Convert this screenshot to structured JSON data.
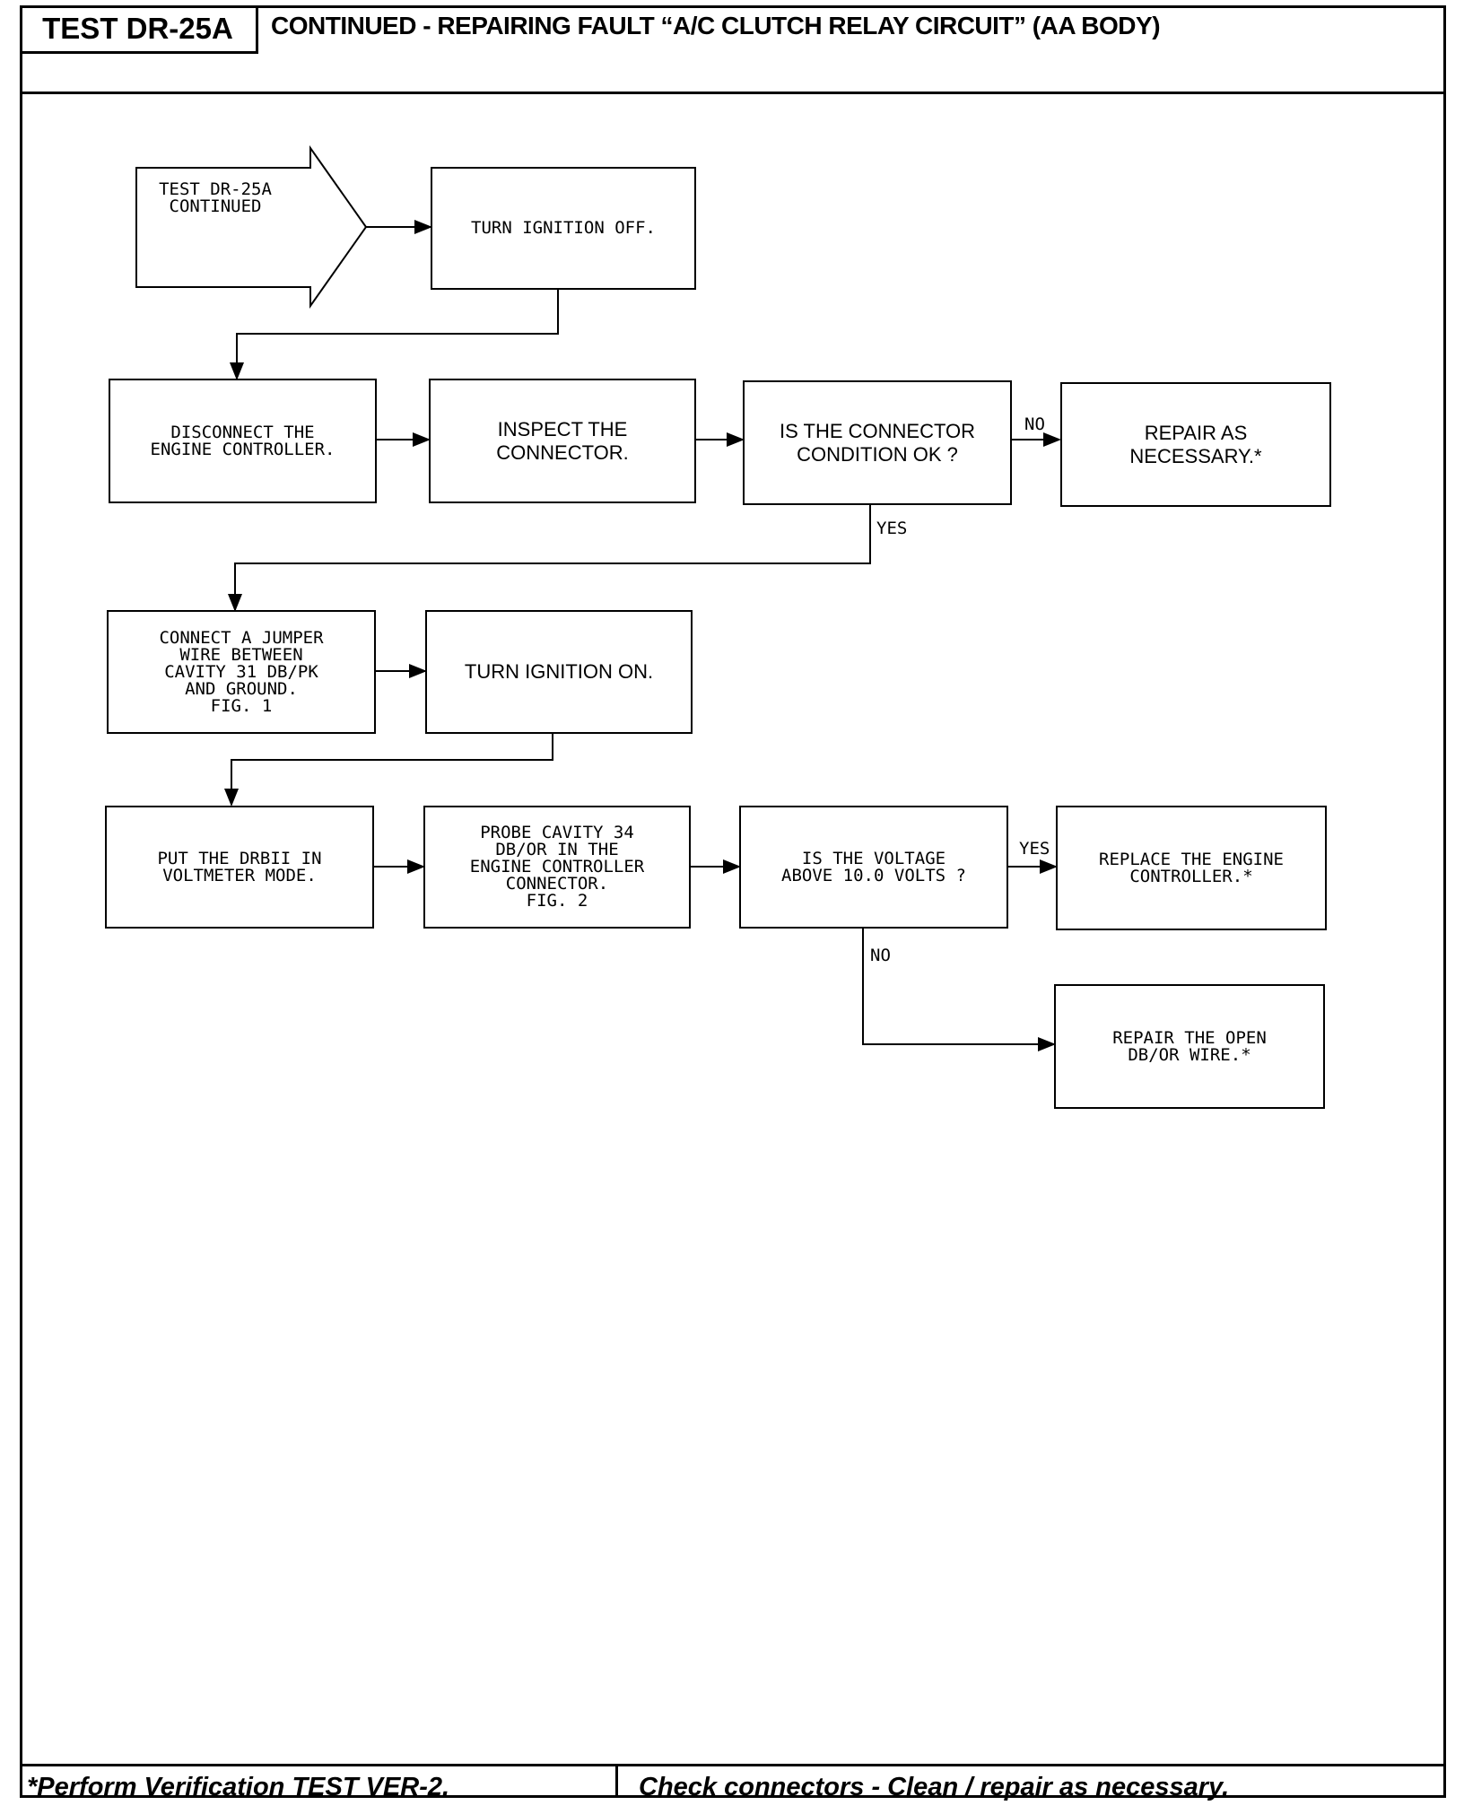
{
  "header": {
    "test_id": "TEST DR-25A",
    "title": "CONTINUED - REPAIRING FAULT “A/C CLUTCH RELAY CIRCUIT”   (AA BODY)"
  },
  "flow": {
    "start": "TEST DR-25A\nCONTINUED",
    "turn_ignition_off": "TURN IGNITION OFF.",
    "disconnect_controller": "DISCONNECT THE\nENGINE CONTROLLER.",
    "inspect_connector": "INSPECT THE\nCONNECTOR.",
    "connector_ok": "IS THE CONNECTOR\nCONDITION OK ?",
    "repair_as_necessary": "REPAIR AS\nNECESSARY.*",
    "connect_jumper": "CONNECT A JUMPER\nWIRE BETWEEN\nCAVITY 31 DB/PK\nAND GROUND.\nFIG. 1",
    "turn_ignition_on": "TURN IGNITION ON.",
    "voltmeter_mode": "PUT THE DRBII IN\nVOLTMETER MODE.",
    "probe_cavity": "PROBE CAVITY 34\nDB/OR IN THE\nENGINE CONTROLLER\nCONNECTOR.\nFIG. 2",
    "voltage_check": "IS THE VOLTAGE\nABOVE 10.0 VOLTS ?",
    "replace_controller": "REPLACE THE ENGINE\nCONTROLLER.*",
    "repair_open_wire": "REPAIR THE OPEN\nDB/OR WIRE.*",
    "labels": {
      "no_1": "NO",
      "yes_1": "YES",
      "yes_2": "YES",
      "no_2": "NO"
    }
  },
  "footer": {
    "left": "*Perform Verification TEST VER-2.",
    "right": "Check connectors - Clean / repair as necessary."
  }
}
